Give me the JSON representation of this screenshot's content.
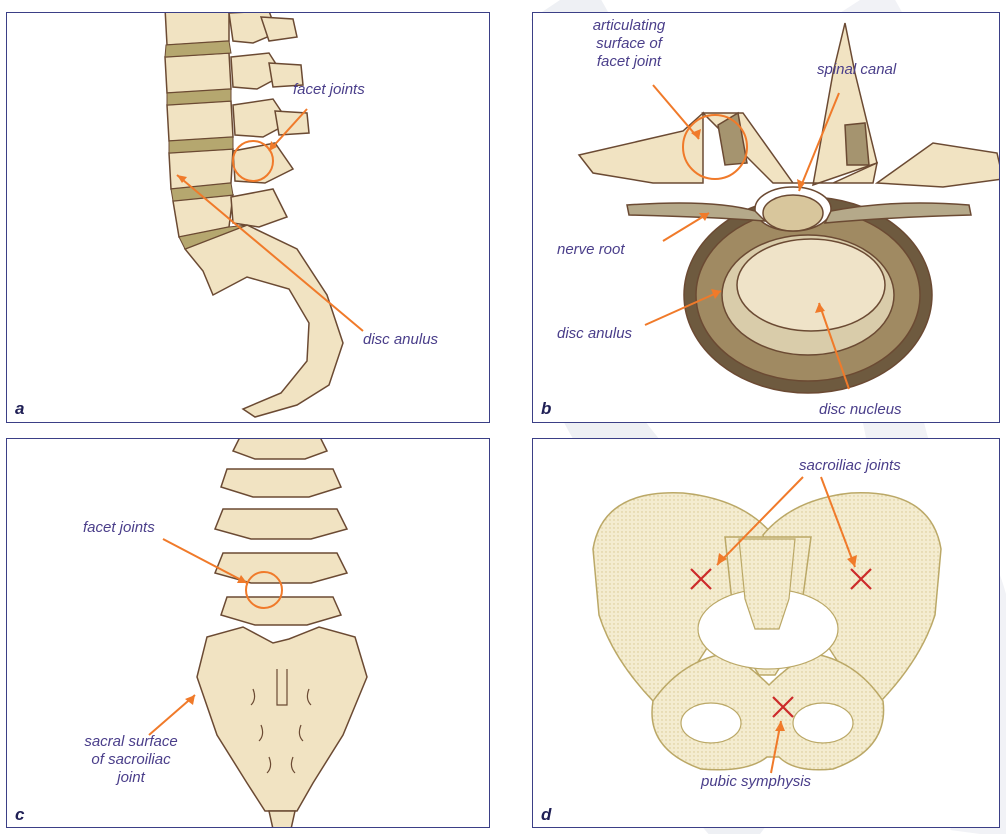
{
  "colors": {
    "panel_border": "#3b3f86",
    "label_text": "#4a3e8a",
    "pointer": "#f07a2a",
    "bone": "#f1e3c2",
    "bone_outline": "#6b4a33",
    "disc": "#b5a76f",
    "cross_mark": "#cc2a2a"
  },
  "panels": {
    "a": {
      "letter": "a",
      "labels": {
        "facet_joints": "facet joints",
        "disc_anulus": "disc anulus"
      }
    },
    "b": {
      "letter": "b",
      "labels": {
        "articulating_1": "articulating",
        "articulating_2": "surface of",
        "articulating_3": "facet joint",
        "spinal_canal": "spinal canal",
        "nerve_root": "nerve root",
        "disc_anulus": "disc anulus",
        "disc_nucleus": "disc nucleus"
      }
    },
    "c": {
      "letter": "c",
      "labels": {
        "facet_joints": "facet joints",
        "sacral_1": "sacral surface",
        "sacral_2": "of sacroiliac",
        "sacral_3": "joint"
      }
    },
    "d": {
      "letter": "d",
      "labels": {
        "sacroiliac_joints": "sacroiliac joints",
        "pubic_symphysis": "pubic symphysis"
      }
    }
  }
}
